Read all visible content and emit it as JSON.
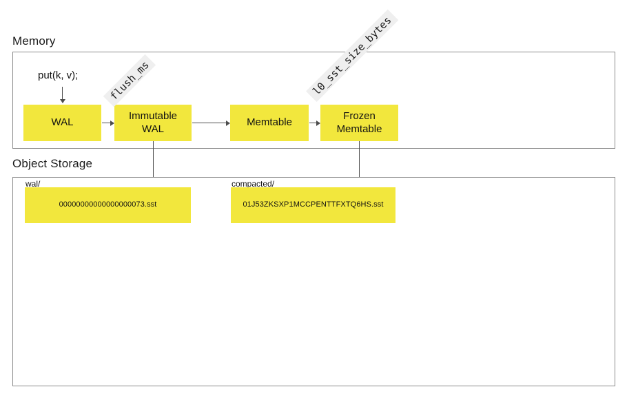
{
  "memory": {
    "title": "Memory",
    "put_label": "put(k, v);",
    "nodes": [
      {
        "label": "WAL"
      },
      {
        "label": "Immutable WAL"
      },
      {
        "label": "Memtable"
      },
      {
        "label": "Frozen Memtable"
      }
    ],
    "edge_labels": [
      {
        "label": "flush_ms"
      },
      {
        "label": "l0_sst_size_bytes"
      }
    ]
  },
  "object_storage": {
    "title": "Object Storage",
    "folders": [
      {
        "prefix": "wal/",
        "file": "00000000000000000073.sst"
      },
      {
        "prefix": "compacted/",
        "file": "01J53ZKSXP1MCCPENTTFXTQ6HS.sst"
      }
    ]
  },
  "colors": {
    "node_fill": "#f2e73d",
    "container_border": "#8a8a8a",
    "edge_label_bg": "#efefef",
    "arrow": "#4d4d4d",
    "text": "#111111"
  }
}
